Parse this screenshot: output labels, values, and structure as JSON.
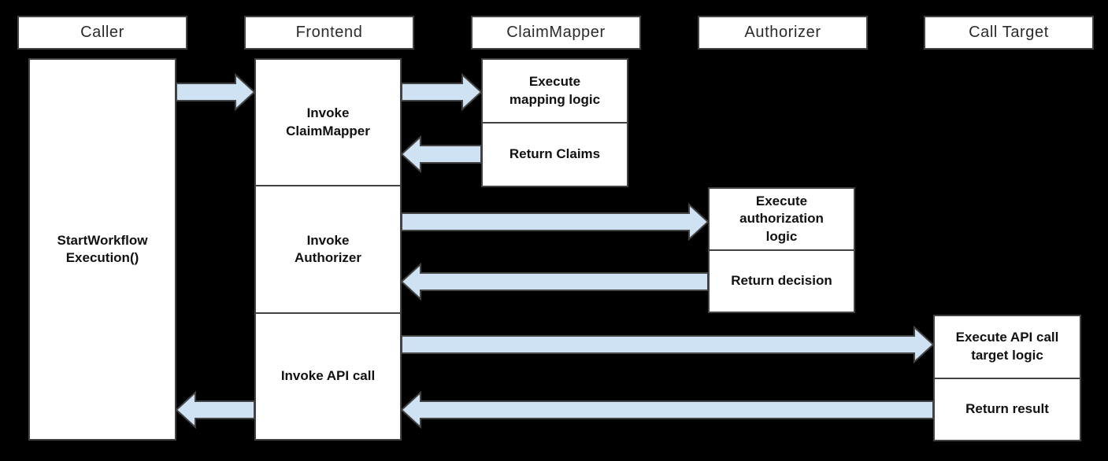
{
  "colors": {
    "background": "#000000",
    "box_fill": "#ffffff",
    "box_border": "#434343",
    "arrow_fill": "#cfe2f3",
    "arrow_border": "#434343"
  },
  "lanes": [
    {
      "label": "Caller"
    },
    {
      "label": "Frontend"
    },
    {
      "label": "ClaimMapper"
    },
    {
      "label": "Authorizer"
    },
    {
      "label": "Call Target"
    }
  ],
  "activations": {
    "caller": "StartWorkflow\nExecution()",
    "frontend": [
      "Invoke\nClaimMapper",
      "Invoke\nAuthorizer",
      "Invoke API call"
    ],
    "claimmapper": [
      "Execute\nmapping logic",
      "Return Claims"
    ],
    "authorizer": [
      "Execute\nauthorization\nlogic",
      "Return decision"
    ],
    "calltarget": [
      "Execute API call\ntarget logic",
      "Return result"
    ]
  },
  "flows": [
    {
      "from": "Caller",
      "to": "Frontend"
    },
    {
      "from": "Frontend",
      "to": "ClaimMapper"
    },
    {
      "from": "ClaimMapper",
      "to": "Frontend"
    },
    {
      "from": "Frontend",
      "to": "Authorizer"
    },
    {
      "from": "Authorizer",
      "to": "Frontend"
    },
    {
      "from": "Frontend",
      "to": "Call Target"
    },
    {
      "from": "Call Target",
      "to": "Frontend"
    },
    {
      "from": "Frontend",
      "to": "Caller"
    }
  ]
}
